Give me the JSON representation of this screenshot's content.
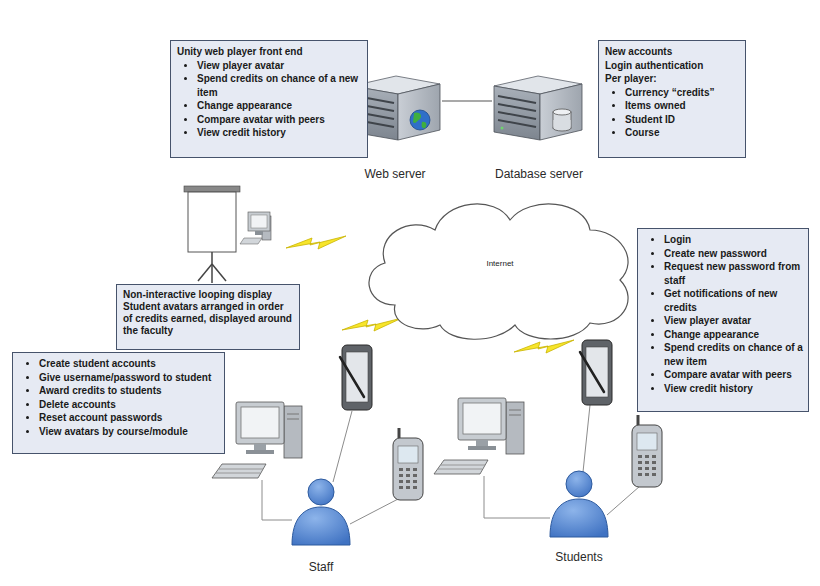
{
  "diagram": {
    "nodes": [
      {
        "text": [
          "Unity web player front end",
          "View player avatar",
          "Spend credits on chance of a new item",
          "Change appearance",
          "Compare avatar with peers",
          "View credit history"
        ]
      },
      {
        "text": [
          "New accounts",
          "Login authentication",
          "Per player:",
          "Currency “credits”",
          "Items owned",
          "Student ID",
          "Course"
        ]
      },
      {
        "text": [
          "Web server"
        ]
      },
      {
        "text": [
          "Database server"
        ]
      },
      {
        "text": [
          "Internet"
        ]
      },
      {
        "text": [
          "Non-interactive looping display Student avatars arranged in order of credits earned, displayed around the faculty"
        ]
      },
      {
        "text": [
          "Login",
          "Create new password",
          "Request new password from staff",
          "Get notifications of new credits",
          "View player avatar",
          "Change appearance",
          "Spend credits on chance of a new item",
          "Compare avatar with peers",
          "View credit history"
        ]
      },
      {
        "text": [
          "Create student accounts",
          "Give username/password to student",
          "Award credits to students",
          "Delete accounts",
          "Reset account passwords",
          "View avatars by course/module"
        ]
      },
      {
        "text": [
          "Staff"
        ]
      },
      {
        "text": [
          "Students"
        ]
      }
    ],
    "edges": [
      {
        "from": 2,
        "to": 3,
        "arrow": "none"
      }
    ]
  }
}
